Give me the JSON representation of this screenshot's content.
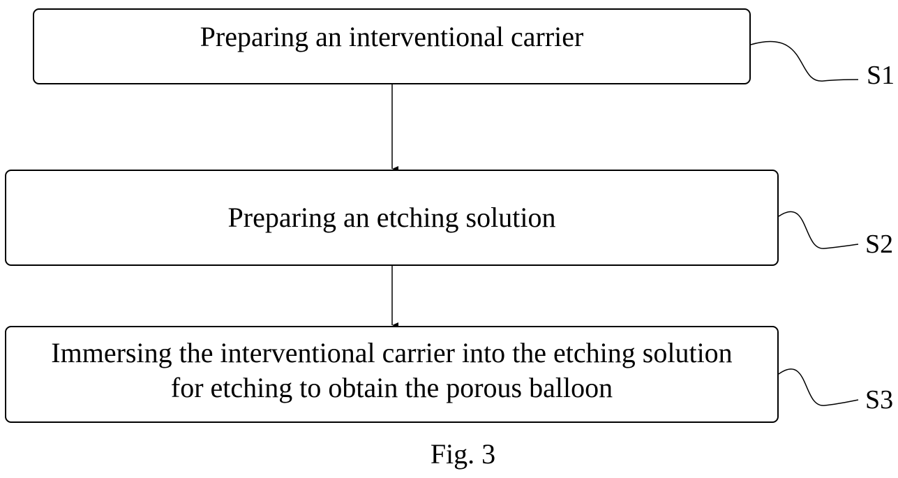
{
  "steps": [
    {
      "text": "Preparing an interventional carrier",
      "label": "S1"
    },
    {
      "text": "Preparing an etching solution",
      "label": "S2"
    },
    {
      "lines": [
        "Immersing the interventional carrier into the etching solution",
        "for etching to obtain the porous balloon"
      ],
      "label": "S3"
    }
  ],
  "caption": "Fig. 3"
}
